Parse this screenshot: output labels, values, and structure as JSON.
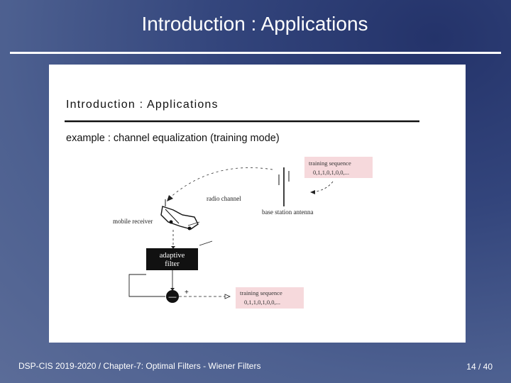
{
  "slide": {
    "title": "Introduction : Applications"
  },
  "figure": {
    "heading": "Introduction : Applications",
    "subheading": "example : channel equalization (training mode)",
    "training_box_top_line1": "training sequence",
    "training_box_top_line2": "0,1,1,0,1,0,0,...",
    "radio_channel": "radio channel",
    "base_station_antenna": "base station antenna",
    "mobile_receiver": "mobile receiver",
    "adaptive_filter_line1": "adaptive",
    "adaptive_filter_line2": "filter",
    "plus_sign": "+",
    "minus_sign": "—",
    "training_box_bottom_line1": "training sequence",
    "training_box_bottom_line2": "0,1,1,0,1,0,0,..."
  },
  "footer": {
    "left": "DSP-CIS 2019-2020  /  Chapter-7: Optimal Filters - Wiener Filters",
    "page": "14 / 40"
  },
  "colors": {
    "background": "#3a4c82",
    "training_box_fill": "#f6d9dc",
    "filter_fill": "#111111"
  }
}
